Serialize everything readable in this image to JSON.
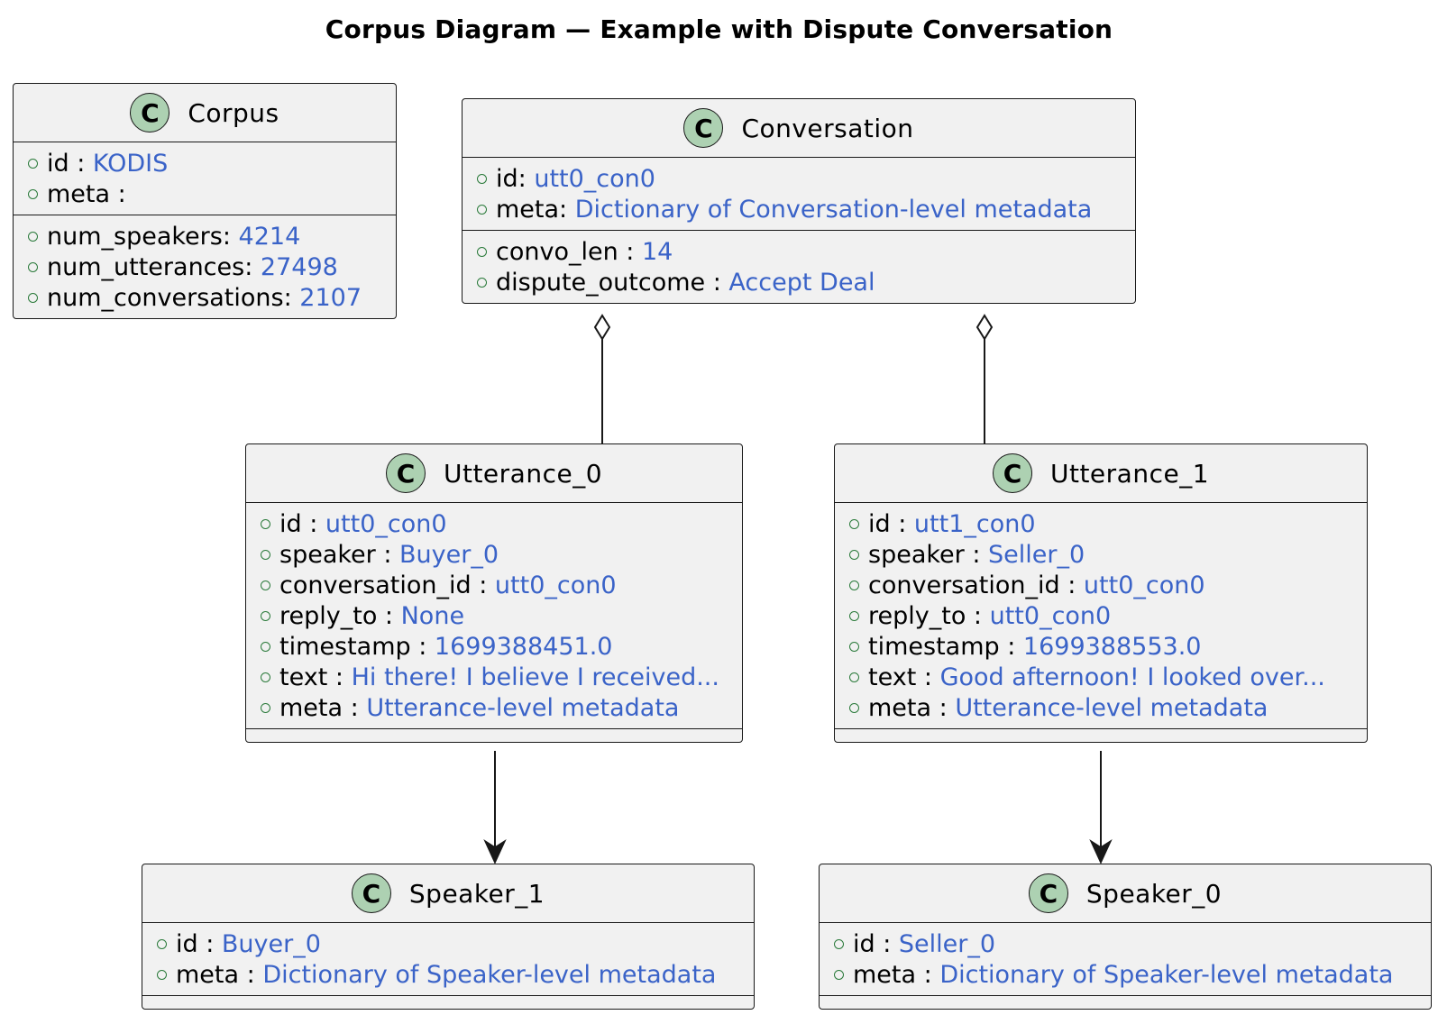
{
  "title": "Corpus Diagram — Example with Dispute Conversation",
  "colors": {
    "value": "#3a63c8",
    "visibility": "#2a7a3a",
    "class_circle": "#add1b2",
    "box_fill": "#f1f1f1"
  },
  "corpus": {
    "name": "Corpus",
    "fields": [
      {
        "key": "id",
        "sep": " : ",
        "value": "KODIS"
      },
      {
        "key": "meta",
        "sep": " :",
        "value": ""
      }
    ],
    "methods": [
      {
        "key": "num_speakers",
        "sep": ": ",
        "value": "4214"
      },
      {
        "key": "num_utterances",
        "sep": ": ",
        "value": "27498"
      },
      {
        "key": "num_conversations",
        "sep": ": ",
        "value": "2107"
      }
    ]
  },
  "conversation": {
    "name": "Conversation",
    "fields": [
      {
        "key": "id",
        "sep": ": ",
        "value": "utt0_con0"
      },
      {
        "key": "meta",
        "sep": ": ",
        "value": "Dictionary of Conversation-level metadata"
      }
    ],
    "methods": [
      {
        "key": "convo_len",
        "sep": " : ",
        "value": "14"
      },
      {
        "key": "dispute_outcome",
        "sep": " : ",
        "value": "Accept Deal"
      }
    ]
  },
  "utterance_0": {
    "name": "Utterance_0",
    "fields": [
      {
        "key": "id",
        "sep": " : ",
        "value": "utt0_con0"
      },
      {
        "key": "speaker",
        "sep": " : ",
        "value": "Buyer_0"
      },
      {
        "key": "conversation_id",
        "sep": " : ",
        "value": "utt0_con0"
      },
      {
        "key": "reply_to",
        "sep": " : ",
        "value": "None"
      },
      {
        "key": "timestamp",
        "sep": " : ",
        "value": "1699388451.0"
      },
      {
        "key": "text",
        "sep": " : ",
        "value": "Hi there! I believe I received..."
      },
      {
        "key": "meta",
        "sep": " : ",
        "value": "Utterance-level metadata"
      }
    ]
  },
  "utterance_1": {
    "name": "Utterance_1",
    "fields": [
      {
        "key": "id",
        "sep": " : ",
        "value": "utt1_con0"
      },
      {
        "key": "speaker",
        "sep": " : ",
        "value": "Seller_0"
      },
      {
        "key": "conversation_id",
        "sep": " : ",
        "value": "utt0_con0"
      },
      {
        "key": "reply_to",
        "sep": " : ",
        "value": "utt0_con0"
      },
      {
        "key": "timestamp",
        "sep": " : ",
        "value": "1699388553.0"
      },
      {
        "key": "text",
        "sep": " : ",
        "value": "Good afternoon! I looked over..."
      },
      {
        "key": "meta",
        "sep": " : ",
        "value": "Utterance-level metadata"
      }
    ]
  },
  "speaker_1": {
    "name": "Speaker_1",
    "fields": [
      {
        "key": "id",
        "sep": " : ",
        "value": "Buyer_0"
      },
      {
        "key": "meta",
        "sep": " : ",
        "value": "Dictionary of Speaker-level metadata"
      }
    ]
  },
  "speaker_0": {
    "name": "Speaker_0",
    "fields": [
      {
        "key": "id",
        "sep": " : ",
        "value": "Seller_0"
      },
      {
        "key": "meta",
        "sep": " : ",
        "value": "Dictionary of Speaker-level metadata"
      }
    ]
  }
}
